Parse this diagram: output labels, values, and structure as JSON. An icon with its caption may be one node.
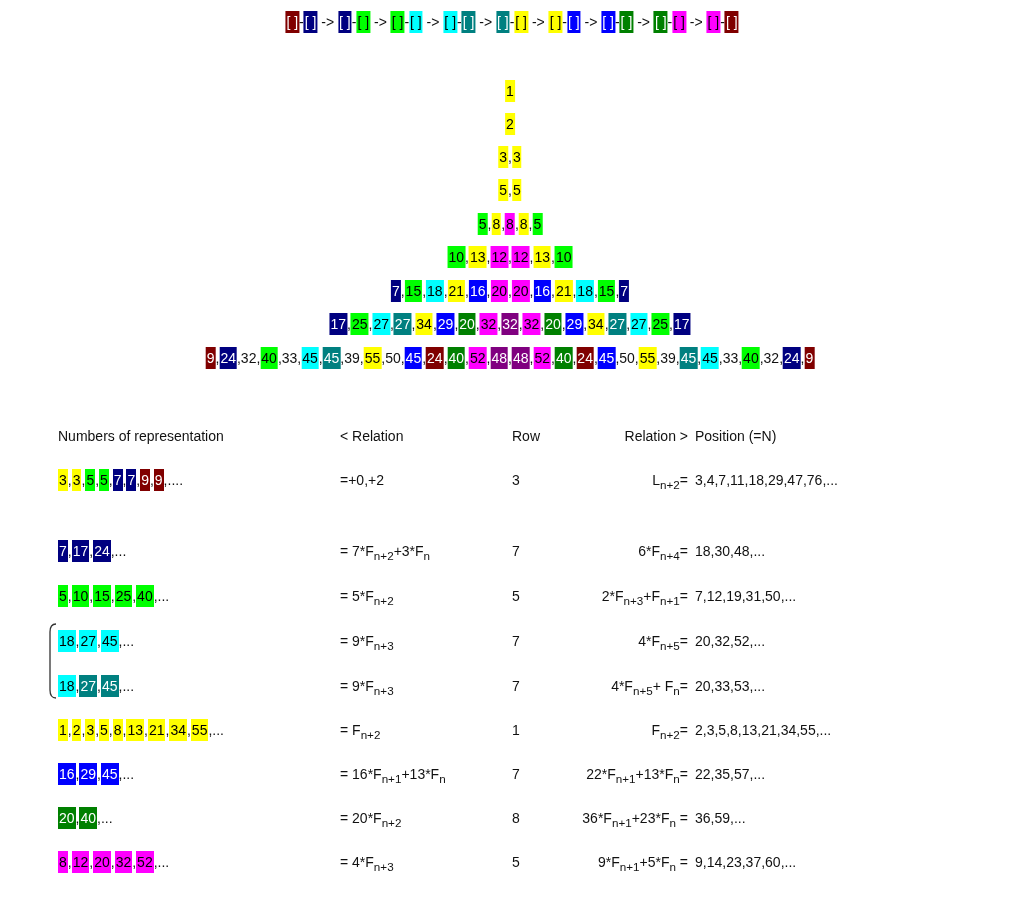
{
  "diagram": {
    "labels": [
      "[ ]-[ ] -> [ ]-[ ] -> [ ]-[ ] -> [ ]-[ ] -> [ ]-[ ] -> [ ]-[ ] -> [ ]-[ ] -> [ ]-[ ] -> [ ]-[ ]",
      "1",
      "2",
      "3,3",
      "5,5",
      "5,8,8,8,5",
      "10,13,12,12,13,10",
      "7,15,18,21,16,20,20,16,21,18,15,7",
      "17,25,27,27,34,29,20,32,32,32,20,29,34,27,27,25,17",
      "9,24,32,40,33,45,45,39,55,50,45,24,40,52,48,48,52,40,24,45,50,55,39,45,45,33,40,32,24,9",
      "Numbers of representation",
      "< Relation",
      "Row",
      "Relation >",
      "Position (=N)",
      "3,3,5,5,7,7,9,9,....",
      "=+0,+2",
      "3",
      "L$_{n+2}$=",
      "3,4,7,11,18,29,47,76,...",
      "7,17,24,...",
      "= 7*F$_{n+2}$+3*F$_{n}$",
      "7",
      "6*F$_{n+4}$=",
      "18,30,48,...",
      "5,10,15,25,40,...",
      "= 5*F$_{n+2}$",
      "5",
      "2*F$_{n+3}$+F$_{n+1}$=",
      "7,12,19,31,50,...",
      "18,27,45,...",
      "= 9*F$_{n+3}$",
      "7",
      "4*F$_{n+5}$=",
      "20,32,52,...",
      "18,27,45,...",
      "= 9*F$_{n+3}$",
      "7",
      "4*F$_{n+5}$+ F$_{n}$=",
      "20,33,53,...",
      "1,2,3,5,8,13,21,34,55,...",
      "= F$_{n+2}$",
      "1",
      "F$_{n+2}$=",
      "2,3,5,8,13,21,34,55,...",
      "16,29,45,...",
      "= 16*F$_{n+1}$+13*F$_{n}$",
      "7",
      "22*F$_{n+1}$+13*F$_{n}$=",
      "22,35,57,...",
      "20,40,...",
      "= 20*F$_{n+2}$",
      "8",
      "36*F$_{n+1}$+23*F$_{n}$ =",
      "36,59,...",
      "8,12,20,32,52,...",
      "= 4*F$_{n+3}$",
      "5",
      "9*F$_{n+1}$+5*F$_{n}$ =",
      "9,14,23,37,60,..."
    ]
  }
}
